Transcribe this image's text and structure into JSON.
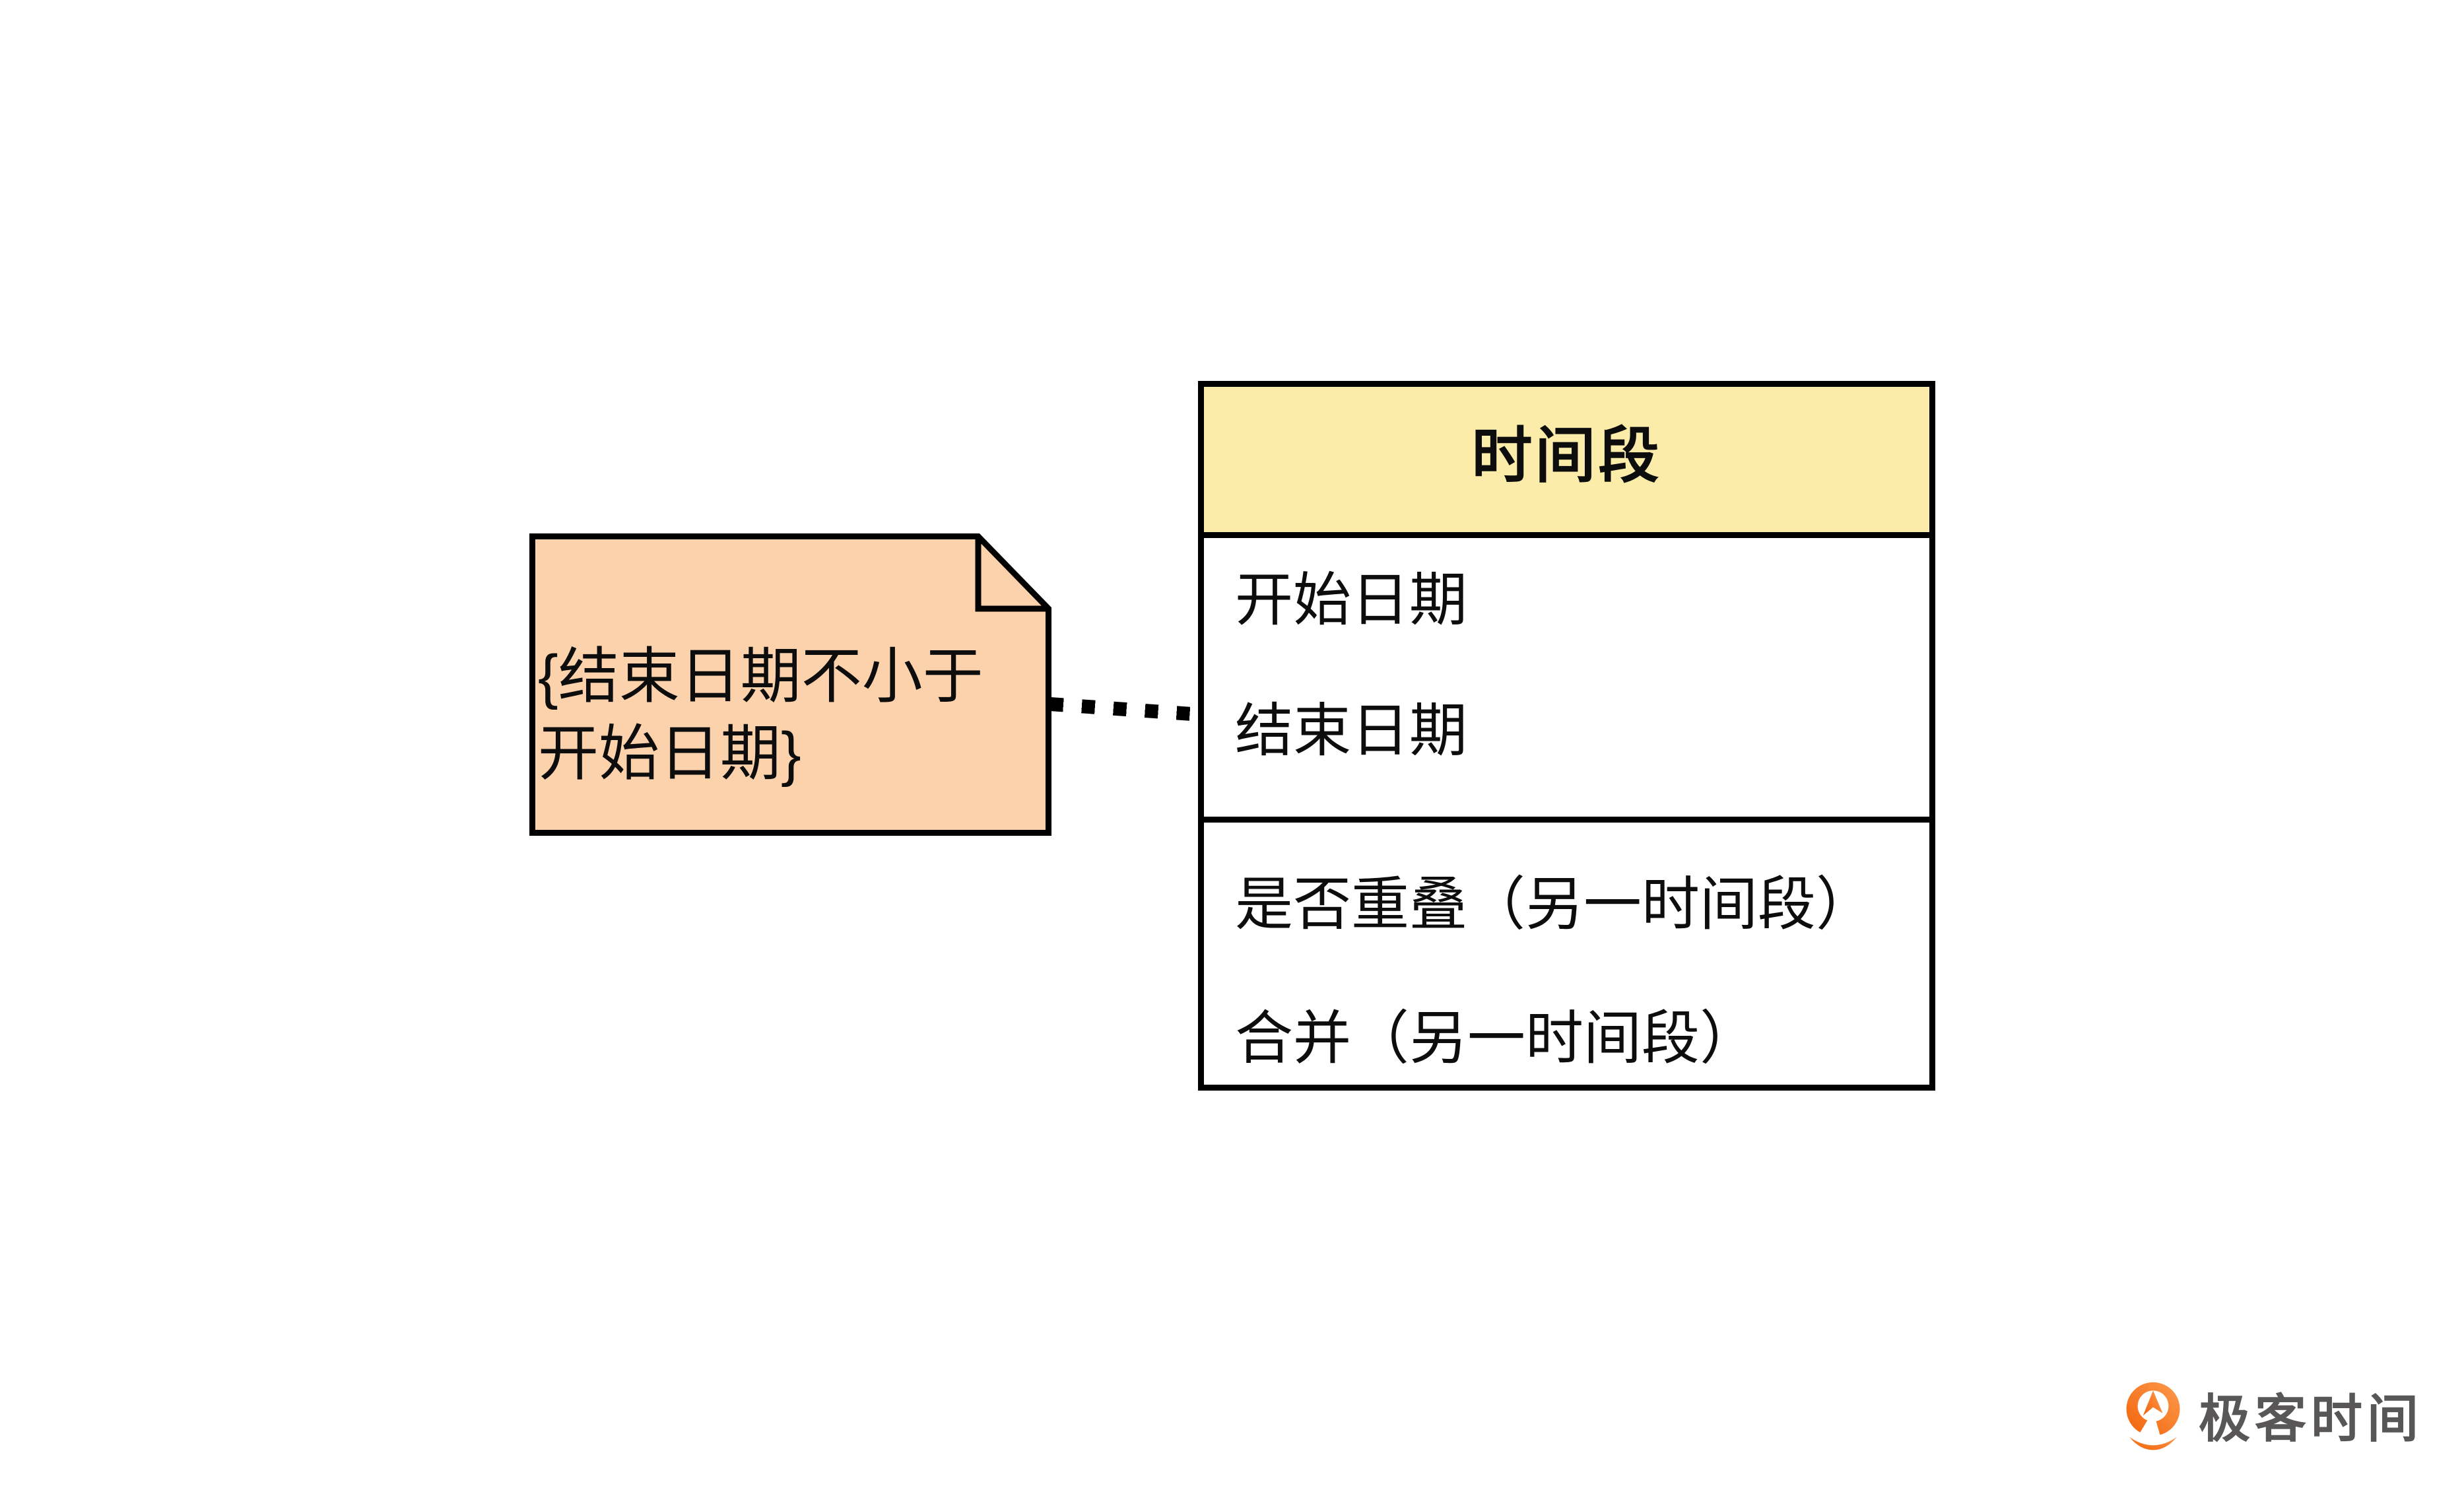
{
  "diagram": {
    "note": {
      "text_lines": [
        "{结束日期不小于",
        "开始日期}"
      ],
      "bg_color": "#FBD2AC",
      "border_color": "#000000"
    },
    "connector": {
      "style": "dotted"
    },
    "class_box": {
      "title": "时间段",
      "header_bg": "#FCECA9",
      "border_color": "#000000",
      "attributes": [
        "开始日期",
        "结束日期"
      ],
      "methods": [
        "是否重叠（另一时间段）",
        "合并（另一时间段）"
      ]
    }
  },
  "branding": {
    "logo_text": "极客时间",
    "logo_orange": "#F4721B",
    "logo_text_color": "#585656"
  }
}
